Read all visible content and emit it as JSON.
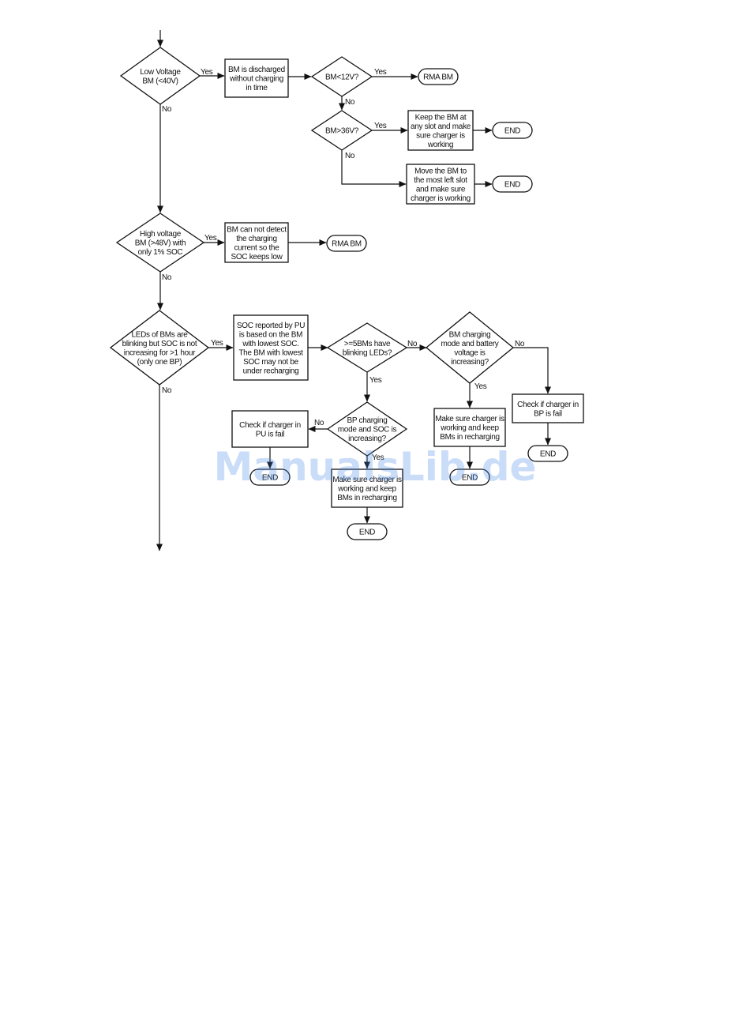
{
  "diagram": {
    "nodes": {
      "d_low_voltage": [
        "Low Voltage",
        "BM (<40V)"
      ],
      "p_discharged": [
        "BM is discharged",
        "without charging",
        "in time"
      ],
      "d_bm_lt12": [
        "BM<12V?"
      ],
      "t_rma1": [
        "RMA BM"
      ],
      "d_bm_gt36": [
        "BM>36V?"
      ],
      "p_keep_slot": [
        "Keep the BM at",
        "any slot and make",
        "sure charger is",
        "working"
      ],
      "t_end1": [
        "END"
      ],
      "p_move_left": [
        "Move the BM to",
        "the most left slot",
        "and make sure",
        "charger is working"
      ],
      "t_end2": [
        "END"
      ],
      "d_high_voltage": [
        "High voltage",
        "BM (>48V) with",
        "only 1% SOC"
      ],
      "p_no_detect": [
        "BM can not detect",
        "the charging",
        "current so the",
        "SOC keeps low"
      ],
      "t_rma2": [
        "RMA BM"
      ],
      "d_leds": [
        "LEDs of BMs are",
        "blinking but SOC is not",
        "increasing for >1 hour",
        "(only one BP)"
      ],
      "p_soc_report": [
        "SOC reported by PU",
        "is based on the BM",
        "with lowest SOC.",
        "The BM with lowest",
        "SOC may not be",
        "under recharging"
      ],
      "d_5bms": [
        ">=5BMs have",
        "blinking LEDs?"
      ],
      "d_bm_charging": [
        "BM charging",
        "mode and battery",
        "voltage is",
        "increasing?"
      ],
      "p_charger_bp": [
        "Check if charger in",
        "BP is fail"
      ],
      "t_end3": [
        "END"
      ],
      "p_make_sure_r": [
        "Make sure charger is",
        "working and keep",
        "BMs in recharging"
      ],
      "t_end4": [
        "END"
      ],
      "d_bp_charging": [
        "BP charging",
        "mode and SOC is",
        "increasing?"
      ],
      "p_charger_pu": [
        "Check if charger in",
        "PU is fail"
      ],
      "t_end5": [
        "END"
      ],
      "p_make_sure_c": [
        "Make sure charger is",
        "working and keep",
        "BMs in recharging"
      ],
      "t_end6": [
        "END"
      ]
    },
    "edge_labels": {
      "yes": "Yes",
      "no": "No"
    }
  },
  "watermark": "ManualsLib.de"
}
